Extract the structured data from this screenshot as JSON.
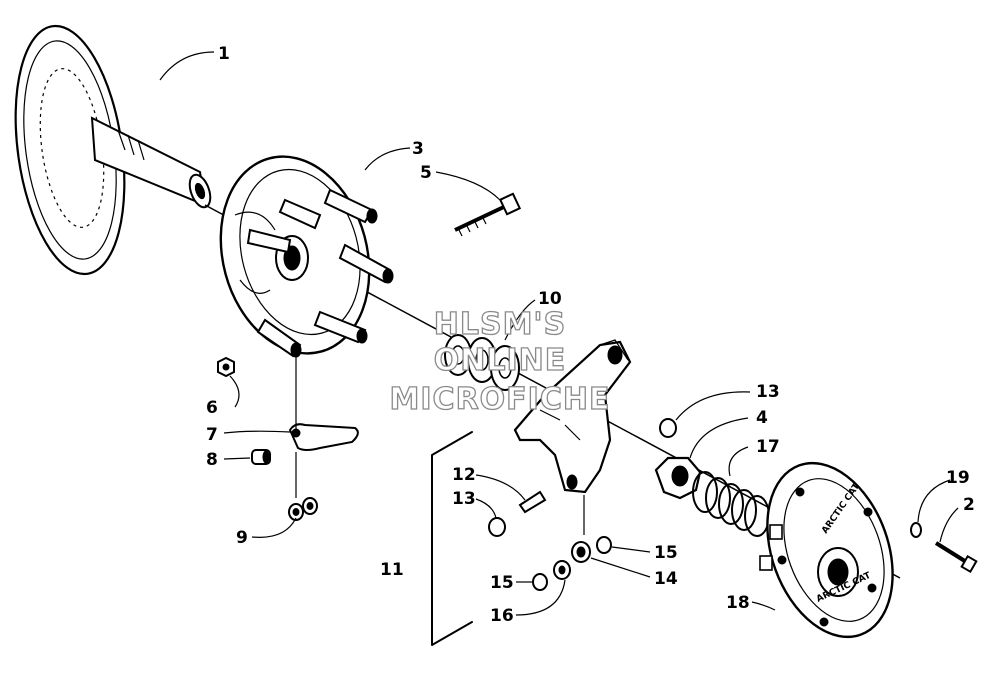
{
  "callouts": [
    {
      "id": "1",
      "text": "1"
    },
    {
      "id": "2",
      "text": "2"
    },
    {
      "id": "3",
      "text": "3"
    },
    {
      "id": "4",
      "text": "4"
    },
    {
      "id": "5",
      "text": "5"
    },
    {
      "id": "6",
      "text": "6"
    },
    {
      "id": "7",
      "text": "7"
    },
    {
      "id": "8",
      "text": "8"
    },
    {
      "id": "9",
      "text": "9"
    },
    {
      "id": "10",
      "text": "10"
    },
    {
      "id": "11",
      "text": "11"
    },
    {
      "id": "12",
      "text": "12"
    },
    {
      "id": "13a",
      "text": "13"
    },
    {
      "id": "13b",
      "text": "13"
    },
    {
      "id": "14",
      "text": "14"
    },
    {
      "id": "15a",
      "text": "15"
    },
    {
      "id": "15b",
      "text": "15"
    },
    {
      "id": "16",
      "text": "16"
    },
    {
      "id": "17",
      "text": "17"
    },
    {
      "id": "18",
      "text": "18"
    },
    {
      "id": "19",
      "text": "19"
    }
  ],
  "watermark": {
    "line1": "HLSM'S",
    "line2": "ONLINE",
    "line3": "MICROFICHE"
  },
  "cover_text": {
    "top": "ARCTIC CAT",
    "bottom": "ARCTIC CAT"
  }
}
